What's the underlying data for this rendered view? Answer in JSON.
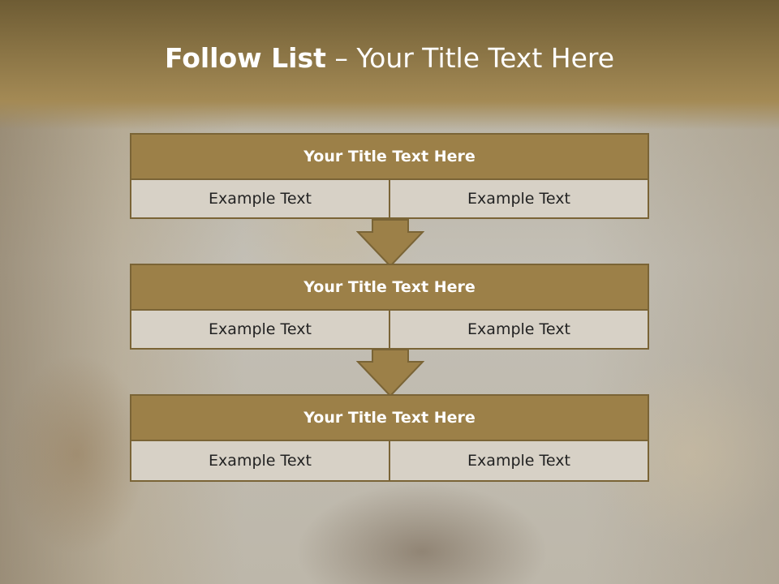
{
  "title": {
    "bold": "Follow List",
    "rest": " – Your Title Text Here"
  },
  "blocks": [
    {
      "heading": "Your Title Text Here",
      "cells": [
        "Example Text",
        "Example Text"
      ]
    },
    {
      "heading": "Your Title Text Here",
      "cells": [
        "Example Text",
        "Example Text"
      ]
    },
    {
      "heading": "Your Title Text Here",
      "cells": [
        "Example Text",
        "Example Text"
      ]
    }
  ],
  "colors": {
    "header": "#9c8048",
    "border": "#7a6436",
    "cell": "#d7d1c6",
    "arrow": "#9c8048"
  }
}
